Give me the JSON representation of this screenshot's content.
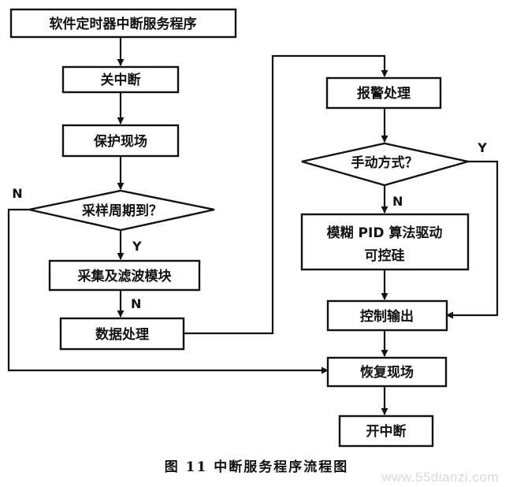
{
  "nodes": {
    "start": "软件定时器中断服务程序",
    "disable_interrupt": "关中断",
    "save_context": "保护现场",
    "sampling_period_check": "采样周期到？",
    "acquisition_module": "采集及滤波模块",
    "data_processing": "数据处理",
    "alarm_processing": "报警处理",
    "manual_mode_check": "手动方式？",
    "fuzzy_pid_line1": "模糊 PID 算法驱动",
    "fuzzy_pid_line2": "可控硅",
    "control_output": "控制输出",
    "restore_context": "恢复现场",
    "enable_interrupt": "开中断"
  },
  "edge_labels": {
    "sampling_no": "N",
    "sampling_yes": "Y",
    "acquisition_n": "N",
    "manual_yes": "Y",
    "manual_no": "N"
  },
  "caption": "图 11  中断服务程序流程图",
  "watermark": "www.55dianzi.com"
}
